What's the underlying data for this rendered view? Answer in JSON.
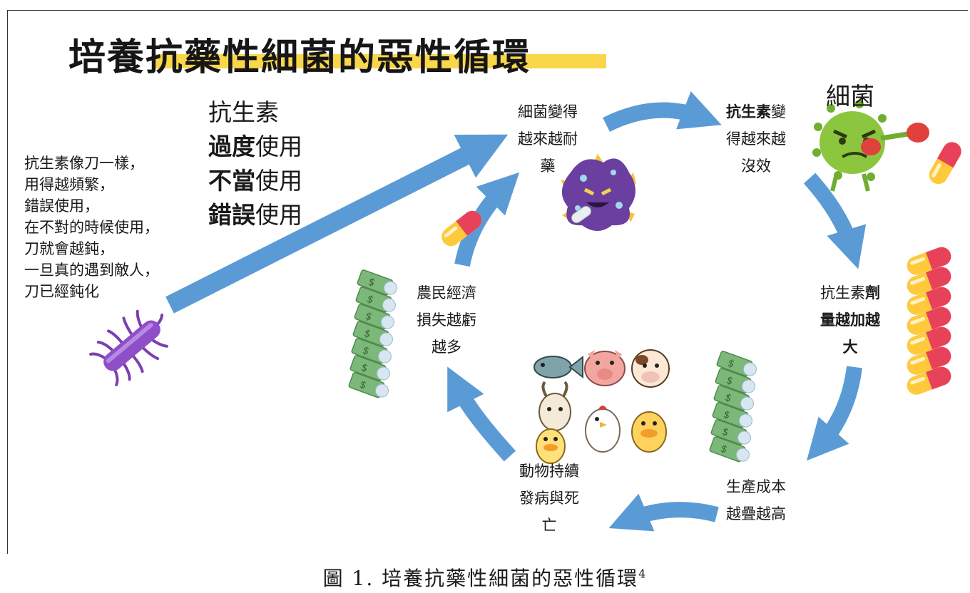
{
  "title": "培養抗藥性細菌的惡性循環",
  "analogy_lines": [
    "抗生素像刀一樣，",
    "用得越頻繁，",
    "錯誤使用，",
    "在不對的時候使用，",
    "刀就會越鈍，",
    "一旦真的遇到敵人，",
    "刀已經鈍化"
  ],
  "misuse": {
    "heading": "抗生素",
    "lines": [
      {
        "bold": "過度",
        "rest": "使用"
      },
      {
        "bold": "不當",
        "rest": "使用"
      },
      {
        "bold": "錯誤",
        "rest": "使用"
      }
    ]
  },
  "bacteria_label": "細菌",
  "steps": {
    "resistant": [
      "細菌變得",
      "越來越耐",
      "藥"
    ],
    "ineffective": {
      "bold": "抗生素",
      "line1_rest": "變",
      "line2": "得越來越",
      "line3": "沒效"
    },
    "dosage": {
      "line1_plain": "抗生素",
      "line1_bold": "劑",
      "line2": "量越加越",
      "line3": "大"
    },
    "cost": [
      "生產成本",
      "越疊越高"
    ],
    "animals": [
      "動物持續",
      "發病與死",
      "亡"
    ],
    "farmers": [
      "農民經濟",
      "損失越虧",
      "越多"
    ]
  },
  "caption": {
    "text": "圖 1. 培養抗藥性細菌的惡性循環",
    "ref": "4"
  },
  "colors": {
    "arrow": "#5b9bd5",
    "highlight": "#f9d64a",
    "bacteria_green": "#8cc63f",
    "virus_purple": "#6b3fa0",
    "pill_red": "#e8425a",
    "pill_yellow": "#ffc93c",
    "money_green": "#6ea86a"
  },
  "icons": [
    "bacterium-icon",
    "virus-icon",
    "pill-icon",
    "money-stack-icon",
    "fish-icon",
    "pig-icon",
    "cow-icon",
    "goat-icon",
    "chicken-icon",
    "duck-icon"
  ]
}
